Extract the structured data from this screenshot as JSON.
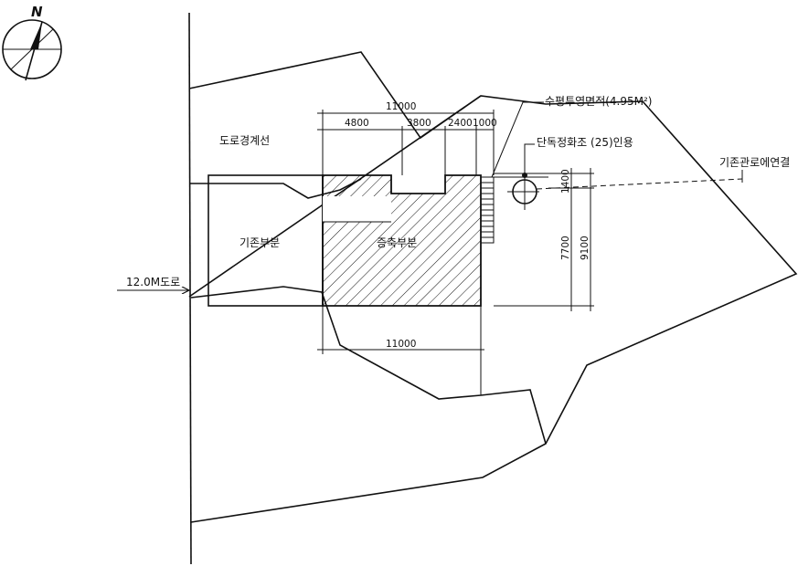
{
  "north_label": "N",
  "labels": {
    "road_boundary": "도로경계선",
    "road": "12.0M도로",
    "existing_part": "기존부분",
    "extension_part": "증축부분",
    "horizontal_projection": "수평투영면적(4.95M²)",
    "septic_tank": "단독정화조 (25)인용",
    "existing_sewer": "기존관로에연결"
  },
  "dimensions": {
    "total_top": "11000",
    "seg_1": "4800",
    "seg_2": "3800",
    "seg_3": "2400",
    "seg_4": "1000",
    "total_bottom": "11000",
    "right_1": "1400",
    "right_2": "7700",
    "right_3": "9100"
  }
}
